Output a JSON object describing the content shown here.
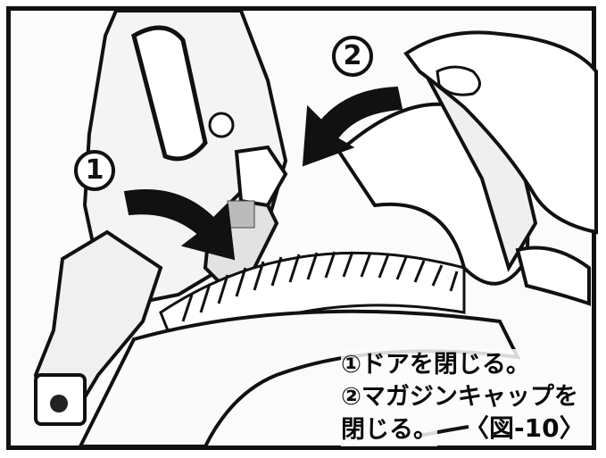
{
  "figure": {
    "step_markers": [
      "1",
      "2"
    ],
    "callouts": [
      "①ドアを閉じる。",
      "②マガジンキャップを",
      "閉じる。"
    ],
    "figure_label": "〈図-10〉"
  }
}
